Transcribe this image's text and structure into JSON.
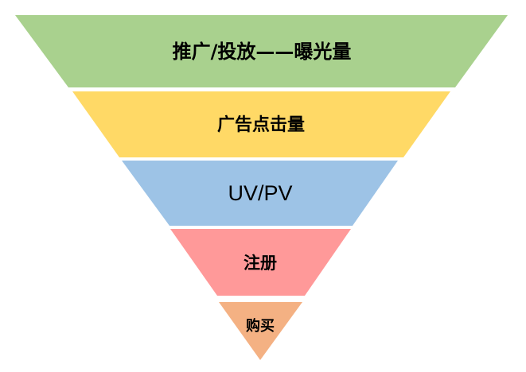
{
  "diagram": {
    "type": "inverted-funnel",
    "stages": [
      {
        "label": "推广/投放——曝光量",
        "color": "#A9D18E"
      },
      {
        "label": "广告点击量",
        "color": "#FFD966"
      },
      {
        "label": "UV/PV",
        "color": "#9DC3E6"
      },
      {
        "label": "注册",
        "color": "#FF9999"
      },
      {
        "label": "购买",
        "color": "#F4B183"
      }
    ]
  }
}
